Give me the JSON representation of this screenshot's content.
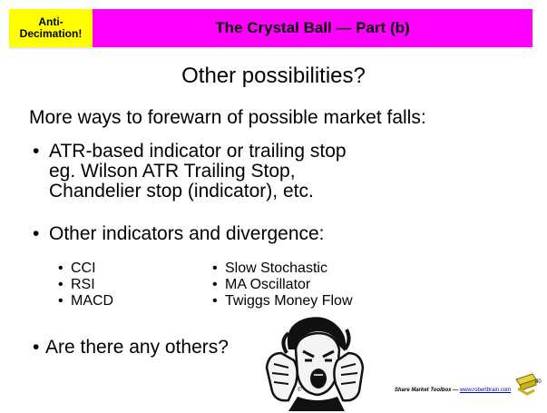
{
  "header": {
    "badge_line1": "Anti-",
    "badge_line2": "Decimation!",
    "title": "The Crystal Ball — Part (b)",
    "colors": {
      "badge": "#ffff00",
      "title_bar": "#ff00ff"
    }
  },
  "slide": {
    "subtitle": "Other possibilities?",
    "intro": "More ways to forewarn of possible market falls:",
    "bullet1": {
      "dot": "•",
      "line1": "ATR-based indicator or trailing stop",
      "line2": "eg. Wilson ATR Trailing Stop,",
      "line3": "Chandelier stop (indicator), etc."
    },
    "bullet2": {
      "dot": "•",
      "text": "Other indicators and divergence:"
    },
    "indicators_left": [
      "CCI",
      "RSI",
      "MACD"
    ],
    "indicators_right": [
      "Slow Stochastic",
      "MA Oscillator",
      "Twiggs Money Flow"
    ],
    "bullet3": {
      "dot": "•",
      "text": "Are there any others?"
    },
    "figure_icon": "shouting-person-illustration"
  },
  "footer": {
    "copyright": "©",
    "brand": "Share Market Toolbox",
    "separator": " — ",
    "link": "www.robertbrain.com",
    "page": "40",
    "logo_icon": "toolbox-logo-icon"
  }
}
